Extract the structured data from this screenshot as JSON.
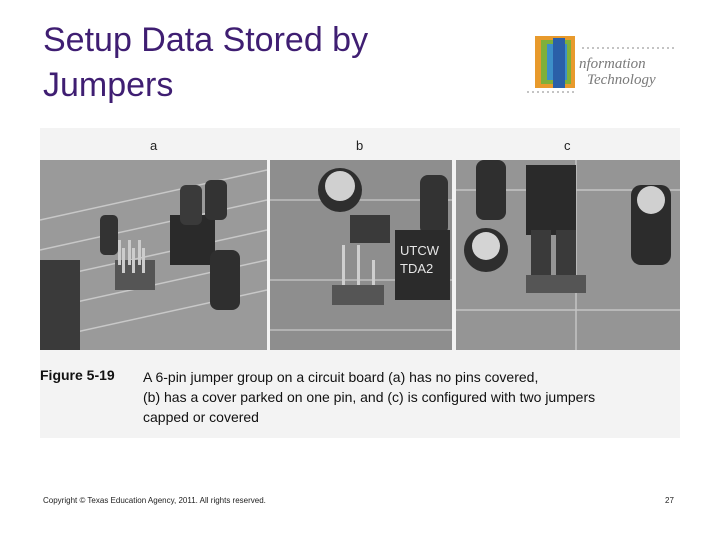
{
  "slide": {
    "title": "Setup Data Stored by Jumpers",
    "logo_text": [
      "nformation",
      "Technology"
    ],
    "logo_letter": "I"
  },
  "figure": {
    "panel_labels": [
      "a",
      "b",
      "c"
    ],
    "chip_labels": [
      "UTCW",
      "TDA2"
    ],
    "caption_label": "Figure 5-19",
    "caption_lines": [
      "A 6-pin jumper group on a circuit board (a) has no pins covered,",
      "(b) has a cover parked on one pin, and (c) is configured with two jumpers",
      "capped or covered"
    ]
  },
  "footer": {
    "copyright": "Copyright © Texas Education Agency, 2011. All rights reserved.",
    "page_number": "27"
  },
  "colors": {
    "title": "#3f1e72",
    "figure_bg": "#f3f3f3"
  }
}
